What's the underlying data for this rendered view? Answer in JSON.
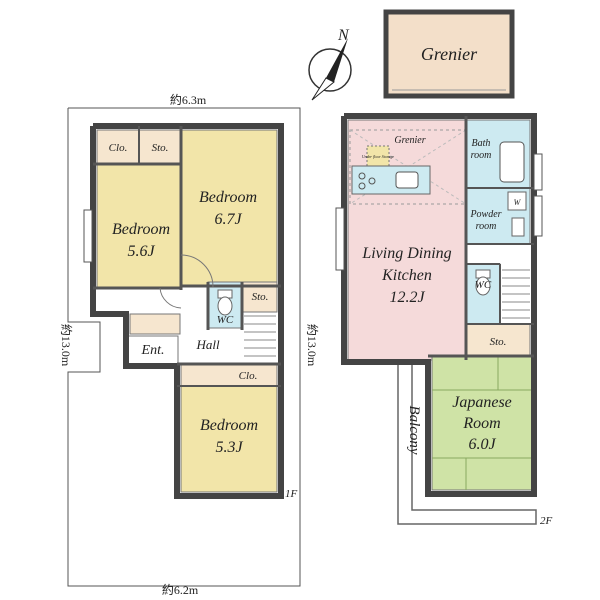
{
  "compass": {
    "letter": "N"
  },
  "dimensions": {
    "top_width": "約6.3m",
    "bottom_width": "約6.2m",
    "left_depth": "約13.0m",
    "right_depth": "約13.0m"
  },
  "floors": {
    "first": "1F",
    "second": "2F"
  },
  "rooms_1f": {
    "closet_a": "Clo.",
    "storage_a": "Sto.",
    "bedroom_a_name": "Bedroom",
    "bedroom_a_size": "5.6J",
    "bedroom_b_name": "Bedroom",
    "bedroom_b_size": "6.7J",
    "wc": "WC",
    "storage_b": "Sto.",
    "entrance": "Ent.",
    "hall": "Hall",
    "closet_b": "Clo.",
    "bedroom_c_name": "Bedroom",
    "bedroom_c_size": "5.3J"
  },
  "rooms_2f": {
    "grenier_top": "Grenier",
    "grenier_ldk": "Grenier",
    "under_floor_storage": "Under floor Storage",
    "bathroom_line1": "Bath",
    "bathroom_line2": "room",
    "powder_line1": "Powder",
    "powder_line2": "room",
    "washer": "W",
    "ldk_line1": "Living Dining",
    "ldk_line2": "Kitchen",
    "ldk_size": "12.2J",
    "wc": "WC",
    "storage": "Sto.",
    "japanese_line1": "Japanese",
    "japanese_line2": "Room",
    "japanese_size": "6.0J",
    "balcony": "Balcony"
  },
  "colors": {
    "bedroom": "#f2e5a9",
    "closet": "#f6e6cf",
    "ldk": "#f5dada",
    "japanese": "#cfe3a6",
    "wet_area": "#cdeaf1",
    "grenier_box": "#f3dfc9",
    "floor_neutral": "#ffffff",
    "wall": "#444444"
  }
}
